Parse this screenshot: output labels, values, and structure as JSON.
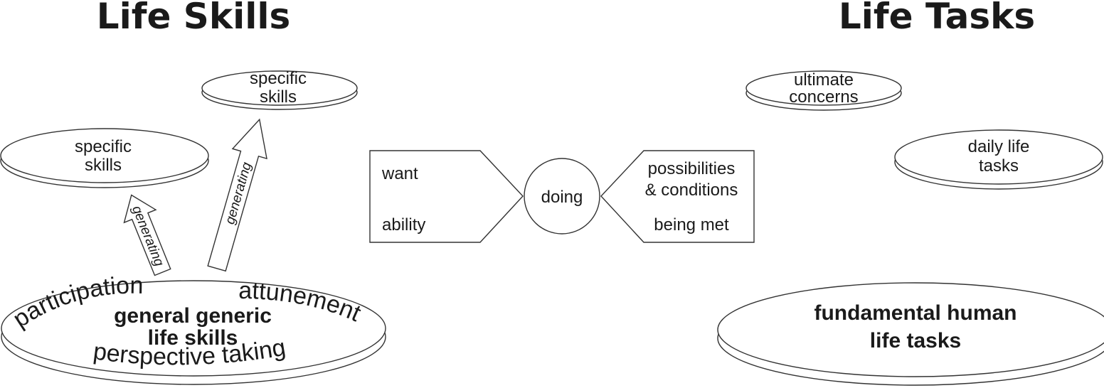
{
  "titles": {
    "left": "Life Skills",
    "right": "Life Tasks"
  },
  "left_side": {
    "top_disc": {
      "line1": "specific",
      "line2": "skills"
    },
    "mid_disc": {
      "line1": "specific",
      "line2": "skills"
    },
    "arrow_short": "generating",
    "arrow_long": "generating",
    "base_disc": {
      "participation": "participation",
      "attunement": "attunement",
      "line1": "general generic",
      "line2": "life skills",
      "perspective": "perspective taking"
    }
  },
  "center": {
    "left_box": {
      "top": "want",
      "bottom": "ability"
    },
    "circle": "doing",
    "right_box": {
      "line1": "possibilities",
      "line2": "& conditions",
      "line3": "being met"
    }
  },
  "right_side": {
    "top_disc": {
      "line1": "ultimate",
      "line2": "concerns"
    },
    "mid_disc": {
      "line1": "daily life",
      "line2": "tasks"
    },
    "base_disc": {
      "line1": "fundamental human",
      "line2": "life tasks"
    }
  }
}
